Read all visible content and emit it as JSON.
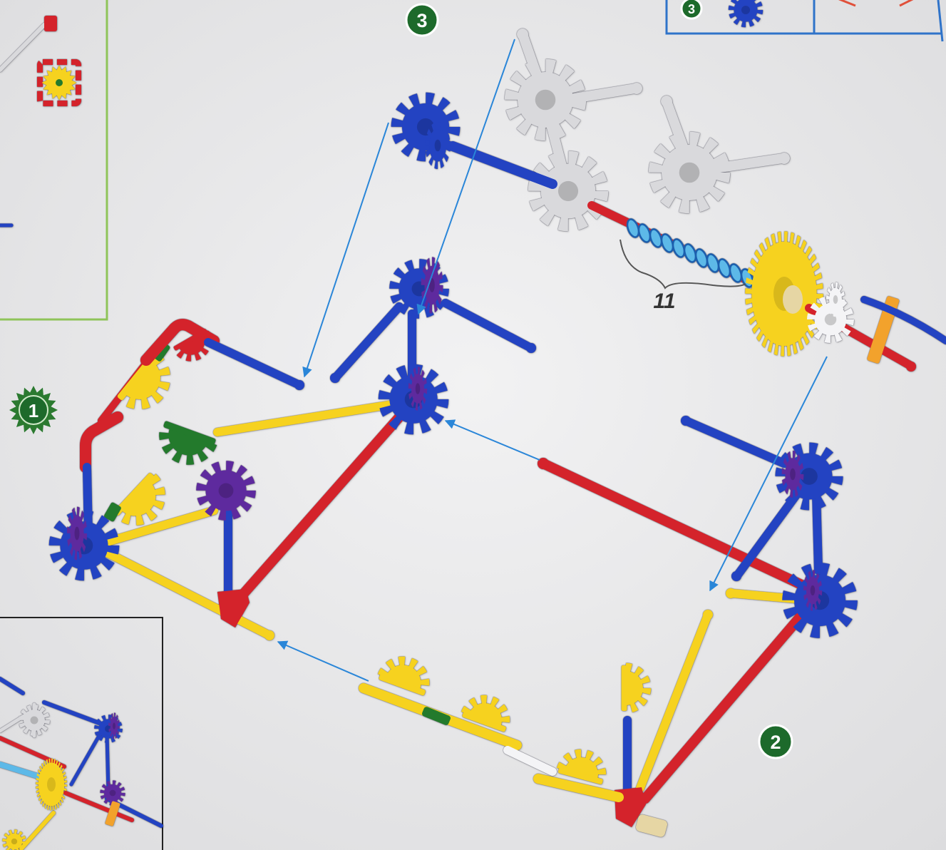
{
  "step_badges": {
    "step_1": "1",
    "step_2": "2",
    "step_3": "3"
  },
  "reference_inset": {
    "step_label": "3"
  },
  "callouts": {
    "spacer_count": "11"
  },
  "colors": {
    "rod_red": "#d4232b",
    "rod_blue": "#2343c2",
    "rod_yellow": "#f6d21f",
    "connector_purple": "#5e2a9e",
    "connector_green": "#237a2c",
    "connector_gray": "#d9d9dc",
    "connector_white": "#f4f4f6",
    "clip_orange": "#f2a22c",
    "spacer_tan": "#e6d6a4",
    "spacer_blue": "#5db9e8",
    "badge_green": "#1d6a2b",
    "arrow_blue": "#2a86d8",
    "inset_green": "#8fc45a",
    "inset_blue": "#2f73c9"
  }
}
